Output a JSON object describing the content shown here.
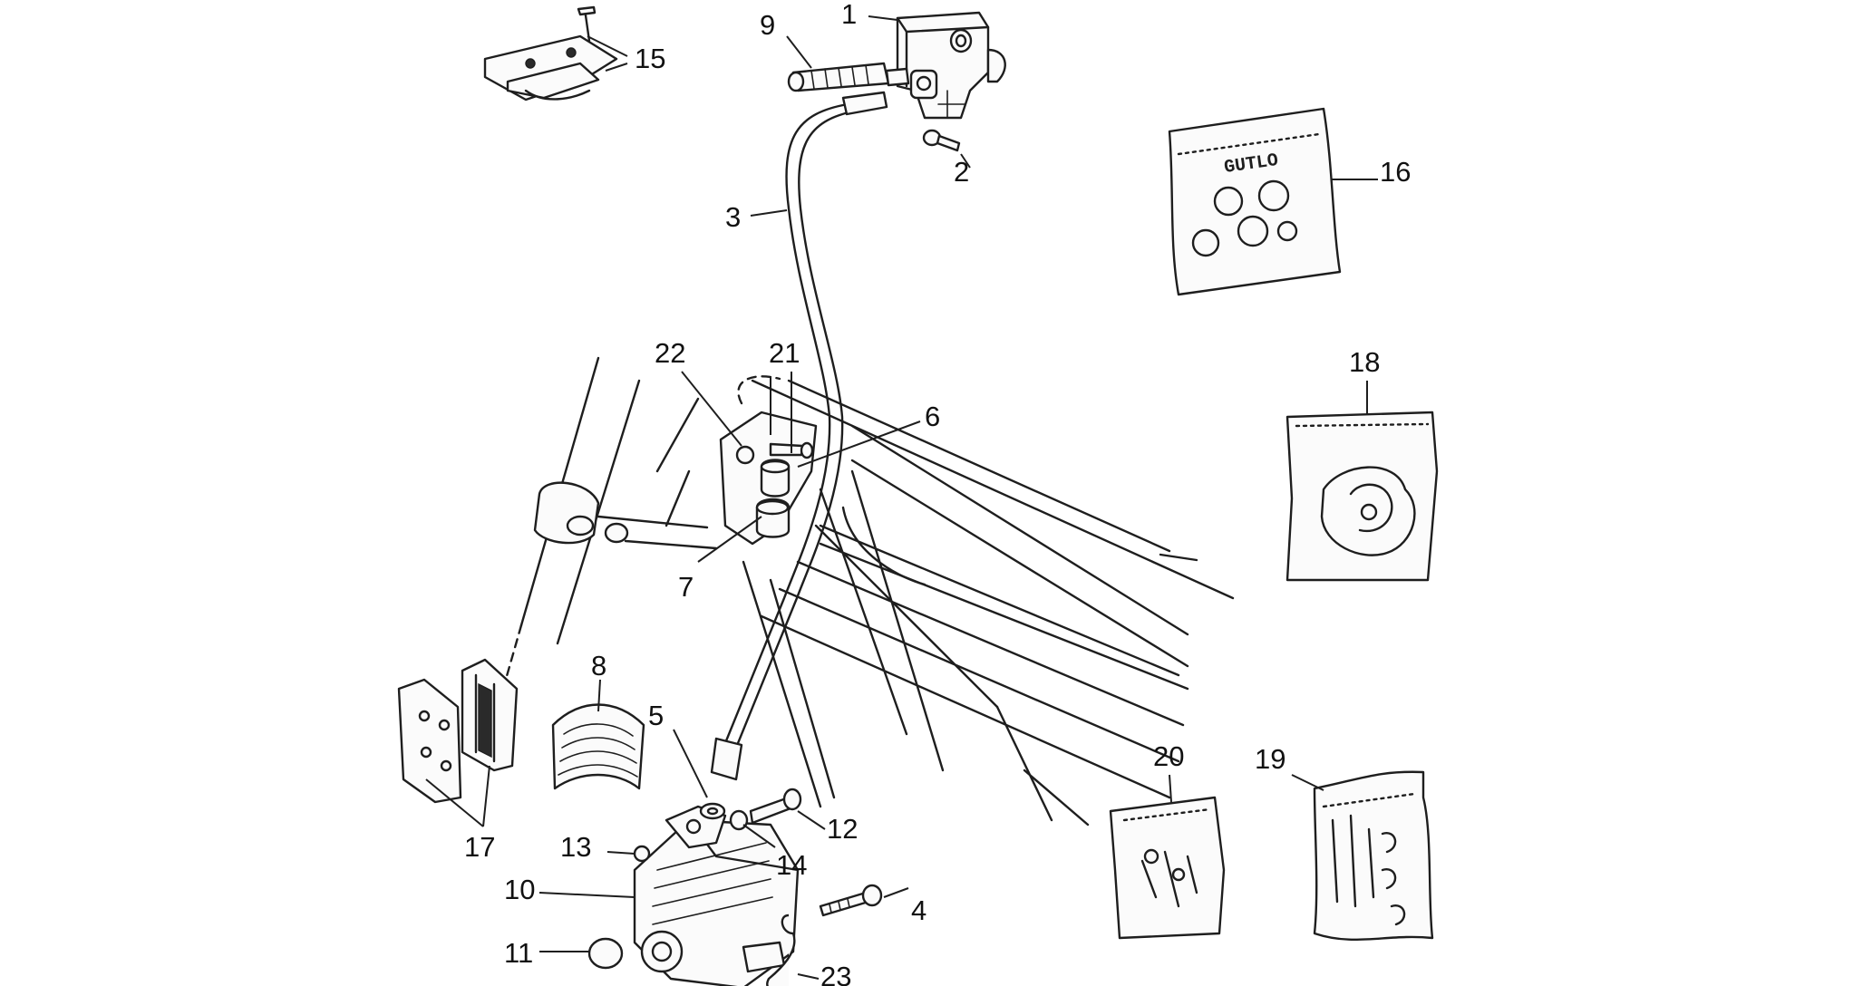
{
  "diagram": {
    "callouts": {
      "c1": "1",
      "c2": "2",
      "c3": "3",
      "c4": "4",
      "c5": "5",
      "c6": "6",
      "c7": "7",
      "c8": "8",
      "c9": "9",
      "c10": "10",
      "c11": "11",
      "c12": "12",
      "c13": "13",
      "c14": "14",
      "c15": "15",
      "c16": "16",
      "c17": "17",
      "c18": "18",
      "c19": "19",
      "c20": "20",
      "c21": "21",
      "c22": "22",
      "c23": "23"
    },
    "kit_bag_16_label": "GUTLO",
    "colors": {
      "line": "#1e1e1e",
      "background": "#ffffff"
    }
  }
}
